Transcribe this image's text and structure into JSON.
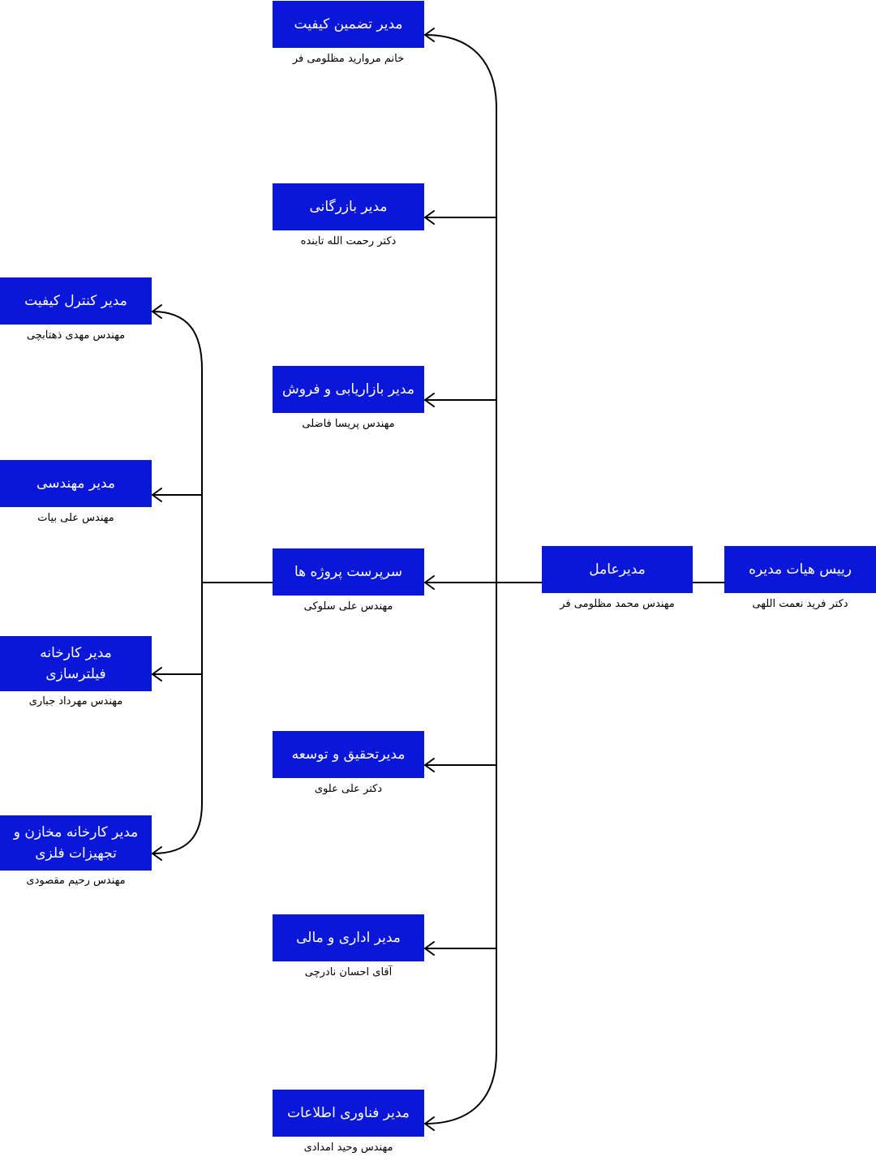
{
  "colors": {
    "box_fill": "#0a16d8",
    "box_text": "#ffffff",
    "line": "#000000",
    "name_text": "#000000"
  },
  "board": {
    "title": "رییس هیات مدیره",
    "person": "دکتر فرید نعمت اللهی"
  },
  "ceo": {
    "title": "مدیرعامل",
    "person": "مهندس محمد مظلومی فر"
  },
  "managers": {
    "quality_assurance": {
      "title": "مدیر تضمین کیفیت",
      "person": "خانم مروارید مظلومی فر"
    },
    "commerce": {
      "title": "مدیر بازرگانی",
      "person": "دکتر رحمت الله تابنده"
    },
    "marketing": {
      "title": "مدیر بازاریابی و فروش",
      "person": "مهندس پریسا فاضلی"
    },
    "projects": {
      "title": "سرپرست پروژه ها",
      "person": "مهندس علی سلوکی"
    },
    "rnd": {
      "title": "مدیرتحقیق و توسعه",
      "person": "دکتر علی علوی"
    },
    "admin_finance": {
      "title": "مدیر اداری و مالی",
      "person": "آقای احسان نادرچی"
    },
    "it": {
      "title": "مدیر فناوری اطلاعات",
      "person": "مهندس وحید امدادی"
    }
  },
  "project_units": {
    "quality_control": {
      "title": "مدیر کنترل کیفیت",
      "person": "مهندس مهدی ذهتابچی"
    },
    "engineering": {
      "title": "مدیر مهندسی",
      "person": "مهندس علی بیات"
    },
    "filter_factory": {
      "title": "مدیر کارخانه فیلترسازی",
      "person": "مهندس مهرداد جباری"
    },
    "tanks_factory": {
      "title": "مدیر کارخانه مخازن و تجهیزات فلزی",
      "person": "مهندس رحیم مقصودی"
    }
  }
}
